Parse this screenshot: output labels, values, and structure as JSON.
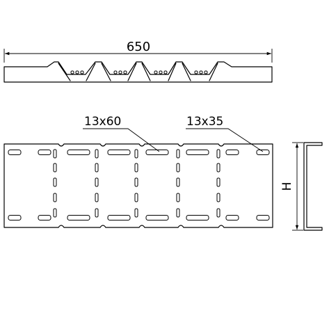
{
  "drawing": {
    "width_dimension": "650",
    "slot_large_label": "13x60",
    "slot_small_label": "13x35",
    "height_label": "H"
  }
}
